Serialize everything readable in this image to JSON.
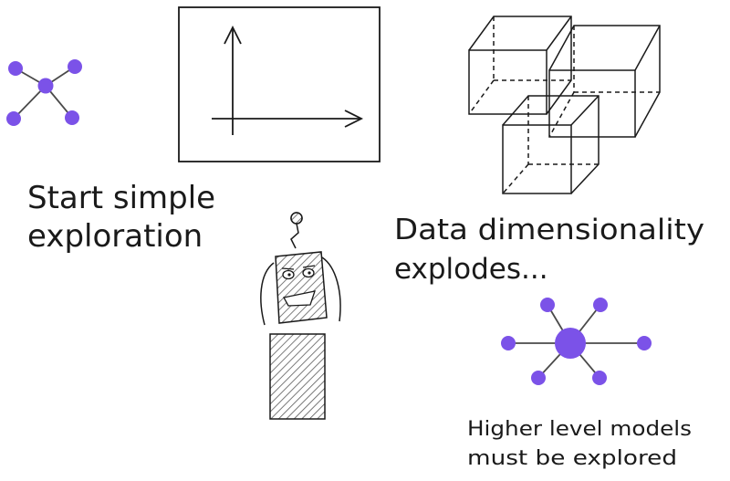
{
  "labels": {
    "start": [
      "Start simple",
      "exploration"
    ],
    "dimensionality": [
      "Data dimensionality",
      "explodes..."
    ],
    "higher": [
      "Higher level models",
      "must be explored"
    ]
  },
  "colors": {
    "node": "#7b52e8",
    "ink": "#1a1a1a",
    "hatch": "#5a5a5a"
  },
  "icons": {
    "small_network": "star-network-icon",
    "axes": "xy-axes-icon",
    "cubes": "3d-cubes-icon",
    "robot": "confused-robot-icon",
    "large_network": "large-star-network-icon"
  }
}
